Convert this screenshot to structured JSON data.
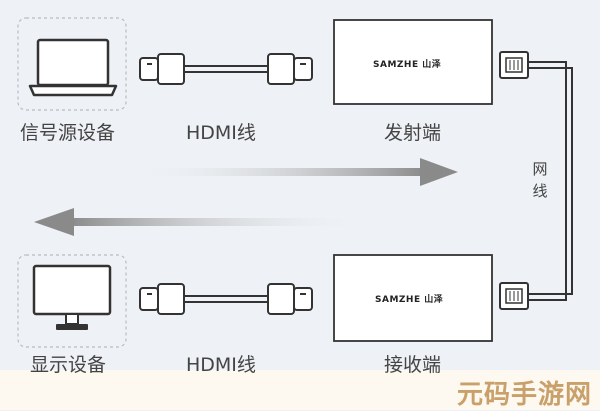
{
  "nodes": {
    "source_label": "信号源设备",
    "display_label": "显示设备",
    "cable_top_label": "HDMI线",
    "cable_bottom_label": "HDMI线",
    "transmitter_label": "发射端",
    "receiver_label": "接收端",
    "network_label_1": "网",
    "network_label_2": "线"
  },
  "devices": {
    "transmitter_brand": "SAMZHE 山泽",
    "receiver_brand": "SAMZHE 山泽"
  },
  "watermark": "元码手游网",
  "colors": {
    "background": "#eef1f5",
    "line": "#333333",
    "arrow_gray": "#8a8a8a",
    "dashed_box": "#b9bcc2",
    "watermark": "#c9a06a"
  },
  "icons": [
    "laptop-icon",
    "monitor-icon",
    "hdmi-plug-icon",
    "rj45-port-icon",
    "arrow-right-icon",
    "arrow-left-icon"
  ]
}
